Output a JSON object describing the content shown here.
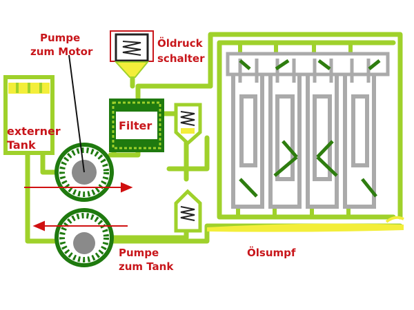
{
  "labels": {
    "pump_to_motor_line1": "Pumpe",
    "pump_to_motor_line2": "zum Motor",
    "oil_pressure_switch_line1": "Öldruck",
    "oil_pressure_switch_line2": "schalter",
    "filter": "Filter",
    "external_tank_line1": "externer",
    "external_tank_line2": "Tank",
    "pump_to_tank_line1": "Pumpe",
    "pump_to_tank_line2": "zum Tank",
    "oil_sump": "Ölsumpf"
  },
  "colors": {
    "pipe": "#9fd12b",
    "pipe_dark": "#2e7d0f",
    "component_bg": "#ffffff",
    "engine_grey": "#aaaaaa",
    "label_red": "#c8161b",
    "arrow_red": "#d01010",
    "oil_yellow": "#f3ee3a",
    "gear_grey": "#8a8a8a",
    "filter_green": "#1f7a0f"
  },
  "icons": {
    "pressure_switch": "spring-switch-icon",
    "relief_valve": "spring-valve-icon",
    "pump": "gear-pump-icon",
    "flow_arrow": "arrow-icon"
  }
}
